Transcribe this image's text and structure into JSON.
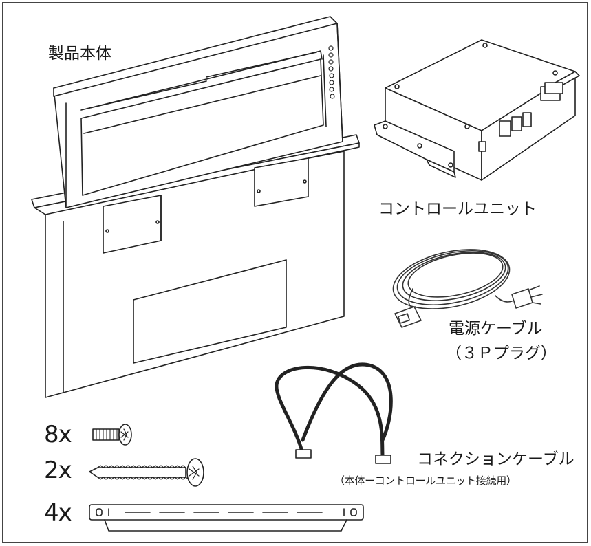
{
  "labels": {
    "product_body": "製品本体",
    "control_unit": "コントロールユニット",
    "power_cable_line1": "電源ケーブル",
    "power_cable_line2": "（３Ｐプラグ）",
    "connection_cable": "コネクションケーブル",
    "connection_cable_note": "（本体ーコントロールユニット接続用）"
  },
  "quantities": {
    "small_screws": "8x",
    "long_screws": "2x",
    "brackets": "4x"
  }
}
